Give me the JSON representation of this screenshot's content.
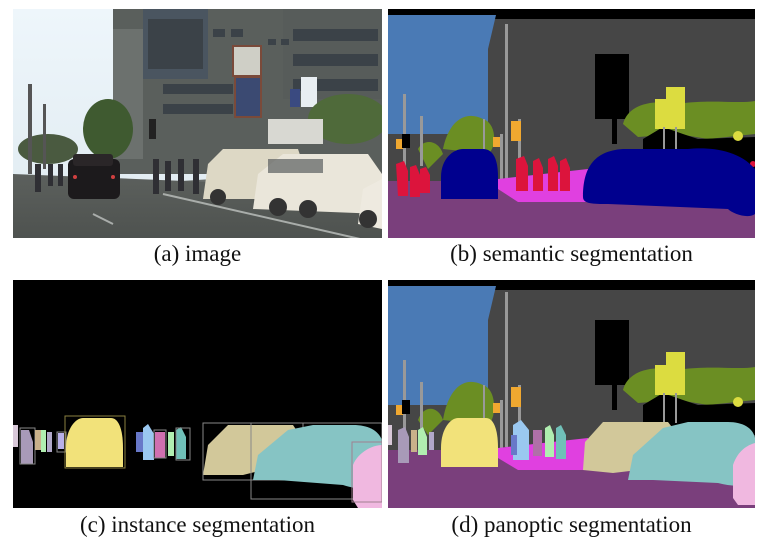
{
  "figure": {
    "panels": [
      {
        "id": "a",
        "caption": "(a) image",
        "kind": "photo"
      },
      {
        "id": "b",
        "caption": "(b) semantic segmentation",
        "kind": "semantic-mask"
      },
      {
        "id": "c",
        "caption": "(c) instance segmentation",
        "kind": "instance-mask"
      },
      {
        "id": "d",
        "caption": "(d) panoptic segmentation",
        "kind": "panoptic-mask"
      }
    ],
    "colors": {
      "sky": "#4a7ab5",
      "building": "#464646",
      "road": "#7a3f7c",
      "sidewalk": "#e040e0",
      "vegetation": "#6b8e23",
      "car": "#00008e",
      "person": "#dc143c",
      "traffic_sign": "#dcdc00",
      "traffic_light": "#f0a830",
      "pole": "#999999",
      "void": "#000000",
      "instance_yellow": "#f2e27a",
      "instance_tan": "#d2c89a",
      "instance_teal": "#86c4c4",
      "instance_pink": "#f0b8e0",
      "instance_blue": "#9ac8f0",
      "instance_green": "#b0eeb0",
      "instance_purple": "#a89ab8"
    }
  }
}
